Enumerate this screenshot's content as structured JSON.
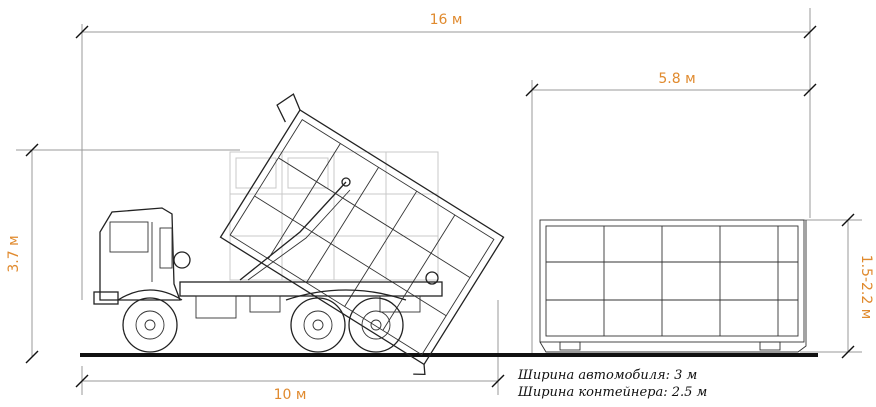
{
  "dimensions": {
    "total_length": "16 м",
    "container_length": "5.8 м",
    "truck_height": "3.7 м",
    "container_height": "1.5-2.2 м",
    "truck_length": "10 м"
  },
  "notes": {
    "vehicle_width": "Ширина автомобиля: 3 м",
    "container_width": "Ширина контейнера: 2.5 м"
  },
  "colors": {
    "dimension_text": "#e08a2e",
    "dimension_lines": "#9a9a9a",
    "drawing_ink": "#222222"
  }
}
